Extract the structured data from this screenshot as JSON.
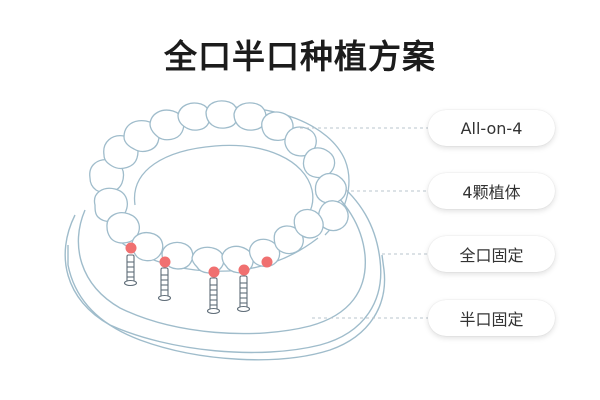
{
  "title": "全口半口种植方案",
  "labels": [
    {
      "text": "All-on-4"
    },
    {
      "text": "4颗植体"
    },
    {
      "text": "全口固定"
    },
    {
      "text": "半口固定"
    }
  ],
  "colors": {
    "outline": "#9fbccb",
    "implant_marker": "#f07070",
    "leader_line": "#b8c4cc"
  },
  "implant_count": 4
}
